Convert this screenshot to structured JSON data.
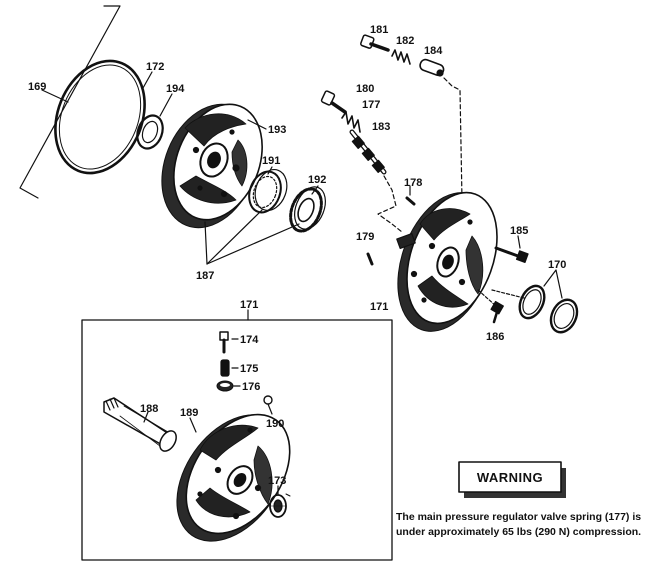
{
  "colors": {
    "ink": "#111111",
    "paper": "#ffffff",
    "warning_shadow": "#333333"
  },
  "labels": {
    "p169": "169",
    "p172": "172",
    "p194": "194",
    "p193": "193",
    "p191": "191",
    "p192": "192",
    "p187": "187",
    "p181": "181",
    "p182": "182",
    "p184": "184",
    "p180": "180",
    "p177": "177",
    "p183": "183",
    "p178": "178",
    "p179": "179",
    "p185": "185",
    "p170": "170",
    "p171_top": "171",
    "p171_mid": "171",
    "p186": "186",
    "p174": "174",
    "p175": "175",
    "p176": "176",
    "p188": "188",
    "p189": "189",
    "p190": "190",
    "p173": "173"
  },
  "warning": {
    "title": "WARNING",
    "text": "The main pressure regulator valve spring (177) is under approximately 65 lbs (290 N) compression."
  }
}
